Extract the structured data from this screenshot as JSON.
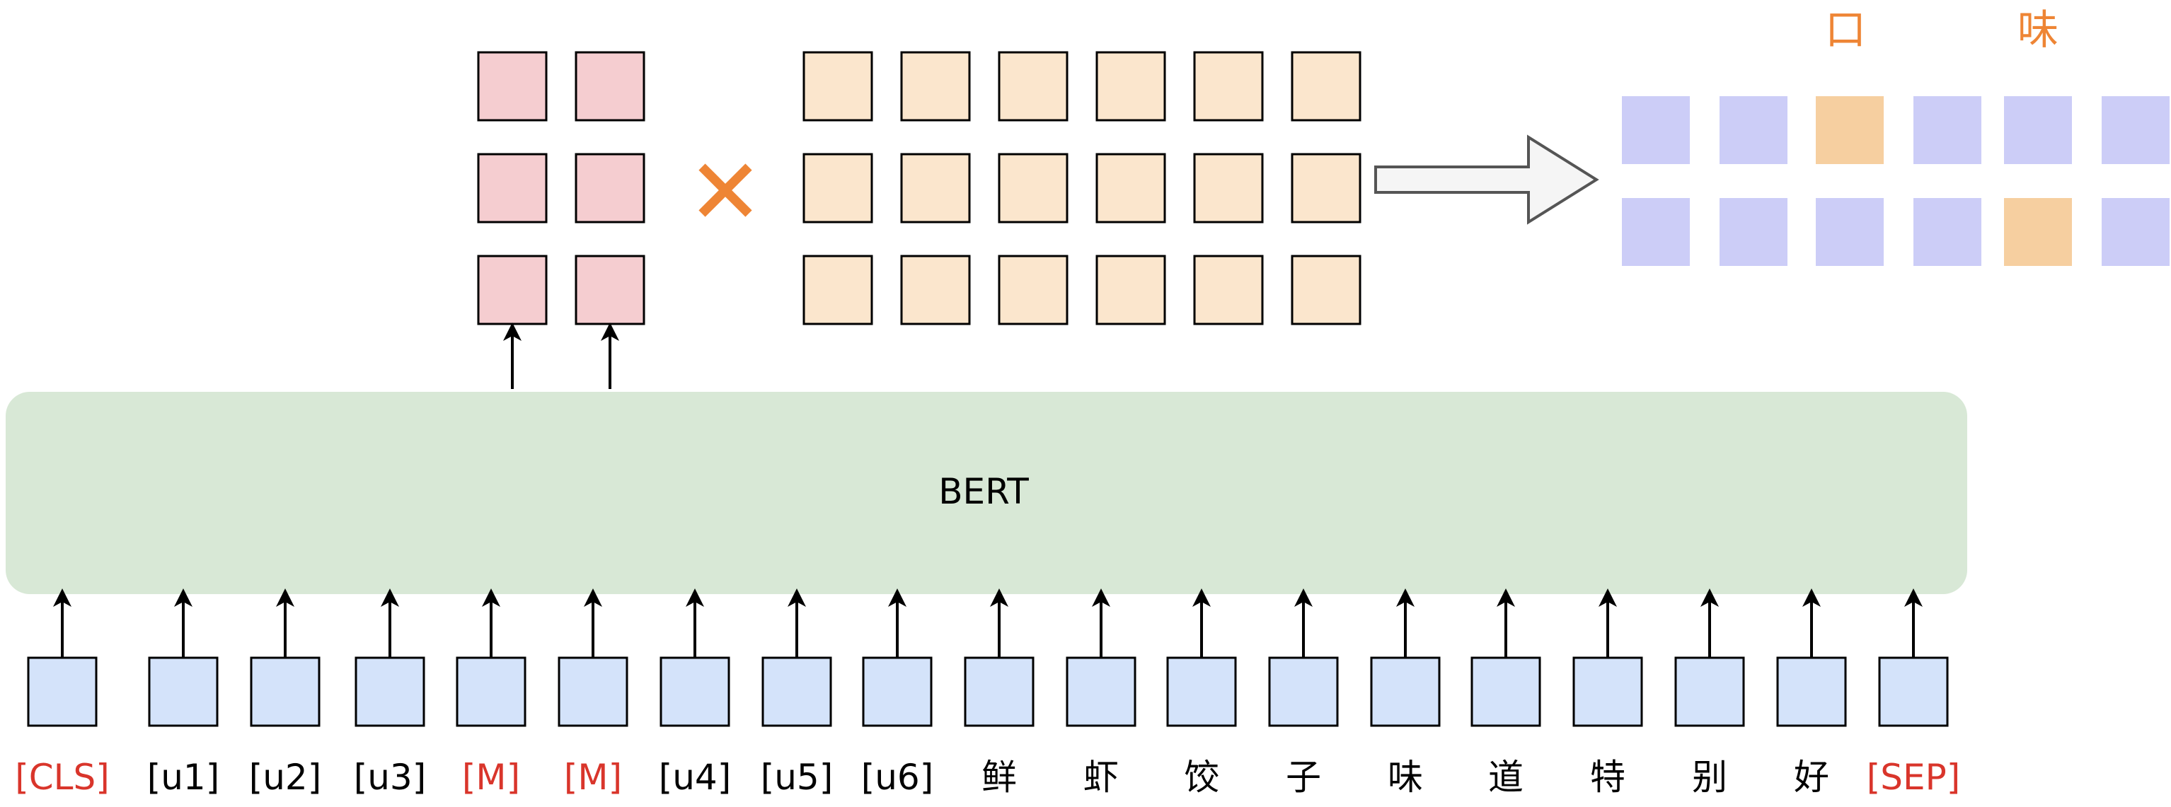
{
  "model_label": "BERT",
  "input_tokens": [
    {
      "text": "[CLS]",
      "highlight": true
    },
    {
      "text": "[u1]",
      "highlight": false
    },
    {
      "text": "[u2]",
      "highlight": false
    },
    {
      "text": "[u3]",
      "highlight": false
    },
    {
      "text": "[M]",
      "highlight": true
    },
    {
      "text": "[M]",
      "highlight": true
    },
    {
      "text": "[u4]",
      "highlight": false
    },
    {
      "text": "[u5]",
      "highlight": false
    },
    {
      "text": "[u6]",
      "highlight": false
    },
    {
      "text": "鲜",
      "highlight": false
    },
    {
      "text": "虾",
      "highlight": false
    },
    {
      "text": "饺",
      "highlight": false
    },
    {
      "text": "子",
      "highlight": false
    },
    {
      "text": "味",
      "highlight": false
    },
    {
      "text": "道",
      "highlight": false
    },
    {
      "text": "特",
      "highlight": false
    },
    {
      "text": "别",
      "highlight": false
    },
    {
      "text": "好",
      "highlight": false
    },
    {
      "text": "[SEP]",
      "highlight": true
    }
  ],
  "masked_vectors": {
    "rows": 3,
    "cols": 2
  },
  "embedding_matrix": {
    "rows": 3,
    "cols": 6
  },
  "operator_symbol": "×",
  "output_grid": {
    "rows": 2,
    "cols": 6,
    "selected": [
      2,
      10
    ]
  },
  "output_labels": [
    {
      "text": "口",
      "col": 2
    },
    {
      "text": "味",
      "col": 4
    }
  ],
  "colors": {
    "token_fill": "#d4e3fa",
    "token_stroke": "#000000",
    "bert_fill": "#d8e8d6",
    "masked_fill": "#f5cdd0",
    "embed_fill": "#fbe6cd",
    "output_fill": "#cccdf7",
    "output_selected_fill": "#f6cfa0",
    "highlight_text": "#d9352b",
    "plain_text": "#000000",
    "accent_orange": "#ee8535",
    "arrow_fill": "#f5f5f5",
    "arrow_stroke": "#555555"
  }
}
